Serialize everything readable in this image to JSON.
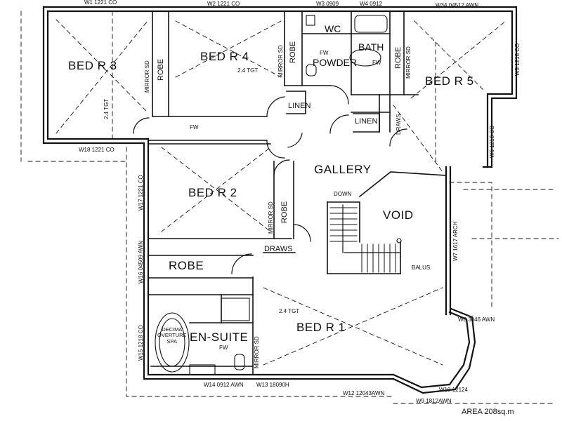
{
  "rooms": {
    "bed3": "BED R 3",
    "bed4": "BED R 4",
    "bed5": "BED R 5",
    "bed2": "BED R 2",
    "bed1": "BED R 1",
    "gallery": "GALLERY",
    "void": "VOID",
    "ensuite": "EN-SUITE",
    "robe": "ROBE",
    "wc": "WC",
    "bath": "BATH",
    "powder": "POWDER"
  },
  "fixtures": {
    "robe": "ROBE",
    "linen": "LINEN",
    "mirror": "MIRROR SD",
    "draws": "DRAWS",
    "down": "DOWN",
    "balus": "BALUS.",
    "fw": "FW",
    "spa_line1": "DECIMA",
    "spa_line2": "OVERTURE",
    "spa_line3": "SPA"
  },
  "ceiling": {
    "tgt": "2.4 TGT"
  },
  "windows": {
    "w1": "W1 1221 CO",
    "w2": "W2 1221 CO",
    "w3": "W3 0909",
    "w4": "W4 0912",
    "w34": "W34 04512 AWN",
    "w5": "W5 1218 CO",
    "w6": "W6 1218 CO",
    "w7": "W7 1617 ARCH",
    "w18": "W18 1221 CO",
    "w17": "W17 1221 CO",
    "w16": "W16 04509 AWN",
    "w15": "W15 1218 CO",
    "w14": "W14 0912 AWN",
    "w13": "W13 18090H",
    "w12": "W12 12043AWN",
    "w8": "W8 3046 AWN",
    "w9": "W9 1812AWN",
    "w10": "W10 12124"
  },
  "area": "AREA 208sq.m"
}
